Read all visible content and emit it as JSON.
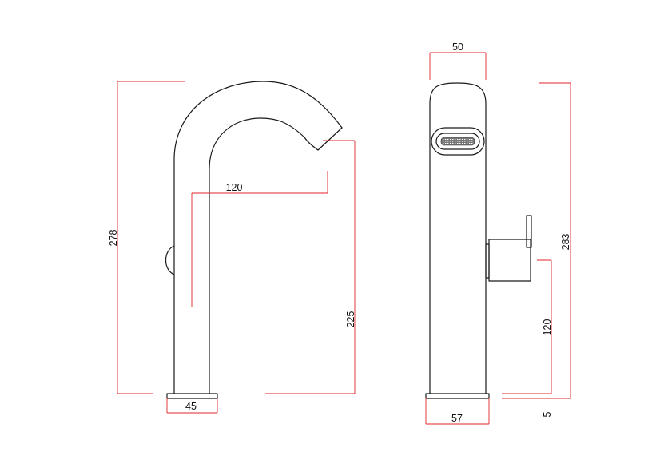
{
  "drawing": {
    "side_view": {
      "dim_height_total": "278",
      "dim_spout_reach": "120",
      "dim_spout_outlet_height": "225",
      "dim_base_width": "45"
    },
    "front_view": {
      "dim_top_width": "50",
      "dim_height_total": "283",
      "dim_lever_height": "120",
      "dim_base_thickness": "5",
      "dim_base_width": "57"
    },
    "colors": {
      "outline": "#1a1a1a",
      "dimension_lines": "#e0262b",
      "background": "#ffffff"
    }
  }
}
